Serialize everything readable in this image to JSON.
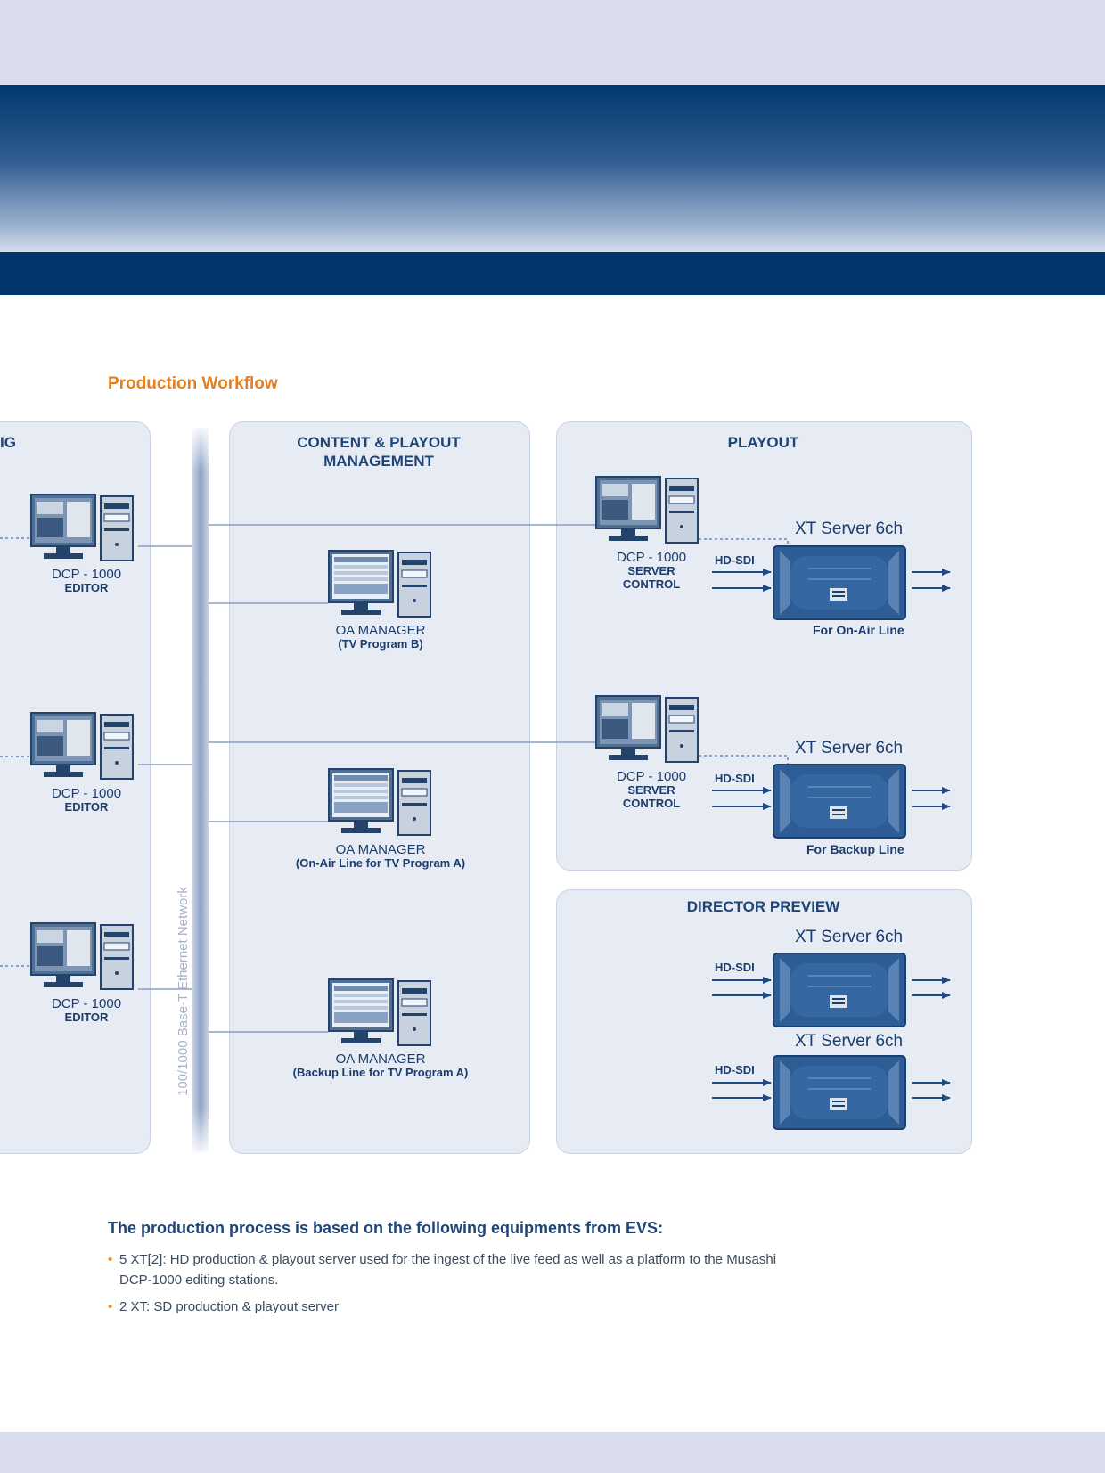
{
  "workflow_title": "Production Workflow",
  "panels": {
    "left_partial_title": "IG",
    "content": {
      "line1": "CONTENT & PLAYOUT",
      "line2": "MANAGEMENT"
    },
    "playout": "PLAYOUT",
    "director": "DIRECTOR PREVIEW"
  },
  "network_label": "100/1000 Base-T Ethernet Network",
  "editors": [
    {
      "name": "DCP - 1000",
      "role": "EDITOR"
    },
    {
      "name": "DCP - 1000",
      "role": "EDITOR"
    },
    {
      "name": "DCP - 1000",
      "role": "EDITOR"
    }
  ],
  "managers": [
    {
      "name": "OA MANAGER",
      "sub": "(TV Program B)"
    },
    {
      "name": "OA MANAGER",
      "sub": "(On-Air Line for TV Program A)"
    },
    {
      "name": "OA MANAGER",
      "sub": "(Backup Line for TV Program A)"
    }
  ],
  "server_controls": [
    {
      "name": "DCP - 1000",
      "role1": "SERVER",
      "role2": "CONTROL"
    },
    {
      "name": "DCP - 1000",
      "role1": "SERVER",
      "role2": "CONTROL"
    }
  ],
  "xt_servers": [
    {
      "label": "XT Server 6ch",
      "input": "HD-SDI",
      "line": "For On-Air Line"
    },
    {
      "label": "XT Server 6ch",
      "input": "HD-SDI",
      "line": "For Backup Line"
    },
    {
      "label": "XT Server 6ch",
      "input": "HD-SDI",
      "line": ""
    },
    {
      "label": "XT Server 6ch",
      "input": "HD-SDI",
      "line": ""
    }
  ],
  "footer": {
    "title": "The production process is based on the following equipments from EVS:",
    "bullets": [
      "5 XT[2]: HD production & playout server used for the ingest of the live feed as well as a platform to the Musashi DCP-1000 editing stations.",
      "2 XT: SD production & playout server"
    ]
  }
}
